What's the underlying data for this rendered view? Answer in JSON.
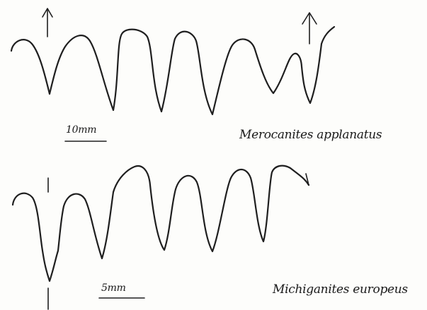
{
  "figures": [
    {
      "scale_label": "10mm",
      "species": "Merocanites applanatus"
    },
    {
      "scale_label": "5mm",
      "species": "Michiganites europeus"
    }
  ],
  "colors": {
    "paper": "#fdfdfb",
    "ink": "#1f1f1f"
  },
  "icons": [
    "arrow-up-icon",
    "arrow-up-icon"
  ]
}
